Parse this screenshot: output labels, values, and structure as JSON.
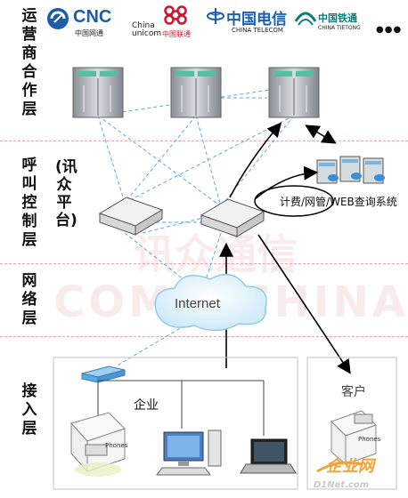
{
  "layers": {
    "carrier": "运营商合作层",
    "call_control": "呼叫控制层",
    "network": "网络层",
    "access": "接入层"
  },
  "platform_label": "(讯众平台)",
  "carriers": {
    "cnc": {
      "big": "CNC",
      "name": "中国网通"
    },
    "unicom": {
      "prefix": "China",
      "big": "unicom",
      "name": "中国联通"
    },
    "telecom": {
      "big": "中国电信",
      "name": "CHINA TELECOM"
    },
    "tietong": {
      "big": "中国铁通",
      "name": "CHINA TIETONG"
    },
    "more": "●●●"
  },
  "billing_label": "计费/网管/WEB查询系统",
  "internet_label": "Internet",
  "enterprise_label": "企业",
  "customer_label": "客户",
  "phones_label": "Phones",
  "watermark": {
    "cn": "讯众通信",
    "en": "COMM CHINA"
  },
  "site_mark": {
    "logo": "企业网",
    "url": "D1Net.com"
  },
  "colors": {
    "cnc_blue": "#1d5ca8",
    "unicom_red": "#d0142c",
    "telecom_blue": "#1a5fb4",
    "tietong_teal": "#0b7d7a",
    "link_blue": "#5aa9e6",
    "divider_pink": "#e9a7b4"
  }
}
